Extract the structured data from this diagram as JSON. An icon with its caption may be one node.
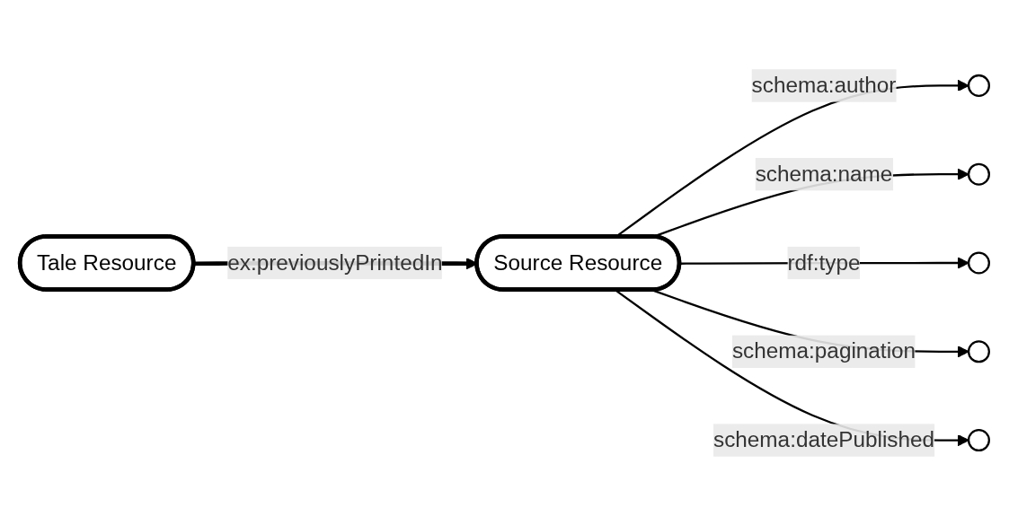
{
  "diagram": {
    "nodes": [
      {
        "text": [],
        "shape": "ellipse"
      },
      {
        "text": [],
        "shape": "ellipse"
      },
      {
        "text": [],
        "shape": "ellipse"
      },
      {
        "text": [],
        "shape": "ellipse"
      },
      {
        "text": [
          "Source Resource"
        ]
      },
      {
        "text": [],
        "shape": "ellipse"
      },
      {
        "text": [
          "Tale Resource"
        ]
      }
    ],
    "edges": [
      {
        "from": 4,
        "to": 0,
        "arrow": "to",
        "label": "schema:author"
      },
      {
        "from": 4,
        "to": 1,
        "arrow": "to",
        "label": "schema:name"
      },
      {
        "from": 4,
        "to": 2,
        "arrow": "to",
        "label": "rdf:type"
      },
      {
        "from": 4,
        "to": 3,
        "arrow": "to",
        "label": "schema:pagination"
      },
      {
        "from": 6,
        "to": 4,
        "arrow": "to",
        "label": "ex:previouslyPrintedIn",
        "style": "thick"
      },
      {
        "from": 4,
        "to": 5,
        "arrow": "to",
        "label": "schema:datePublished"
      }
    ]
  }
}
